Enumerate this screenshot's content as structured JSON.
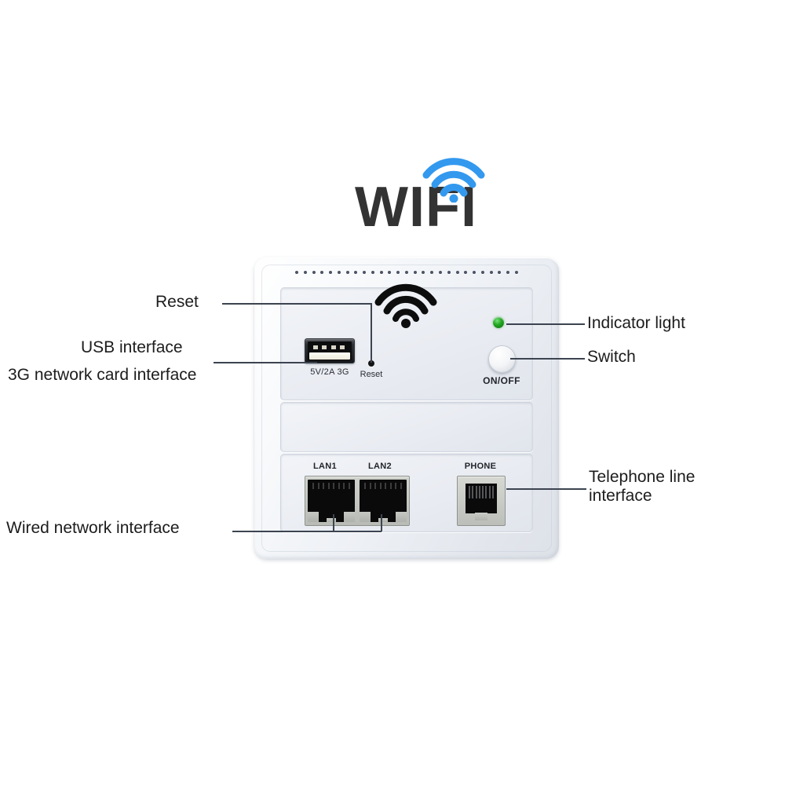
{
  "logo": {
    "wordmark": "WIFI",
    "arc_icon": "wifi-signal-icon",
    "arc_color": "#3399ee",
    "text_color": "#333333"
  },
  "device": {
    "name": "wall-mount-wifi-ap-panel",
    "wifi_glyph": "wifi-signal-icon",
    "vent_dot_count": 27,
    "usb": {
      "icon": "usb-port-icon",
      "label": "5V/2A  3G"
    },
    "reset": {
      "icon": "reset-pinhole-icon",
      "label": "Reset"
    },
    "indicator": {
      "icon": "led-indicator-icon",
      "color": "#22a722"
    },
    "power_switch": {
      "icon": "power-button-icon",
      "label": "ON/OFF"
    },
    "ports": {
      "lan1_label": "LAN1",
      "lan2_label": "LAN2",
      "phone_label": "PHONE"
    }
  },
  "callouts": {
    "reset": "Reset",
    "usb_interface": "USB interface",
    "network_card_interface": "3G network card interface",
    "indicator_light": "Indicator light",
    "switch": "Switch",
    "telephone_line_interface": "Telephone line interface",
    "wired_network_interface": "Wired network interface"
  }
}
